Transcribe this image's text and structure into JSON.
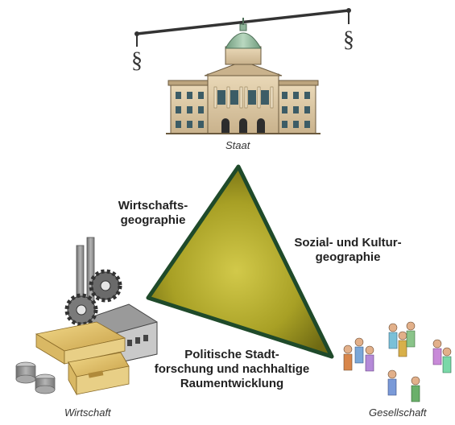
{
  "labels": {
    "economic_geo_line1": "Wirtschafts-",
    "economic_geo_line2": "geographie",
    "social_geo_line1": "Sozial- und Kultur-",
    "social_geo_line2": "geographie",
    "urban_line1": "Politische Stadt-",
    "urban_line2": "forschung und nachhaltige",
    "urban_line3": "Raumentwicklung"
  },
  "captions": {
    "state": "Staat",
    "economy": "Wirtschaft",
    "society": "Gesellschaft"
  },
  "symbols": {
    "paragraph": "§"
  },
  "colors": {
    "triangle_fill_center": "#c8c03a",
    "triangle_fill_edge": "#6f6a13",
    "triangle_stroke": "#1f4a2a",
    "building_wall": "#d9c7a6",
    "dome": "#8fb59a",
    "factory_gray": "#8c8c8c"
  }
}
